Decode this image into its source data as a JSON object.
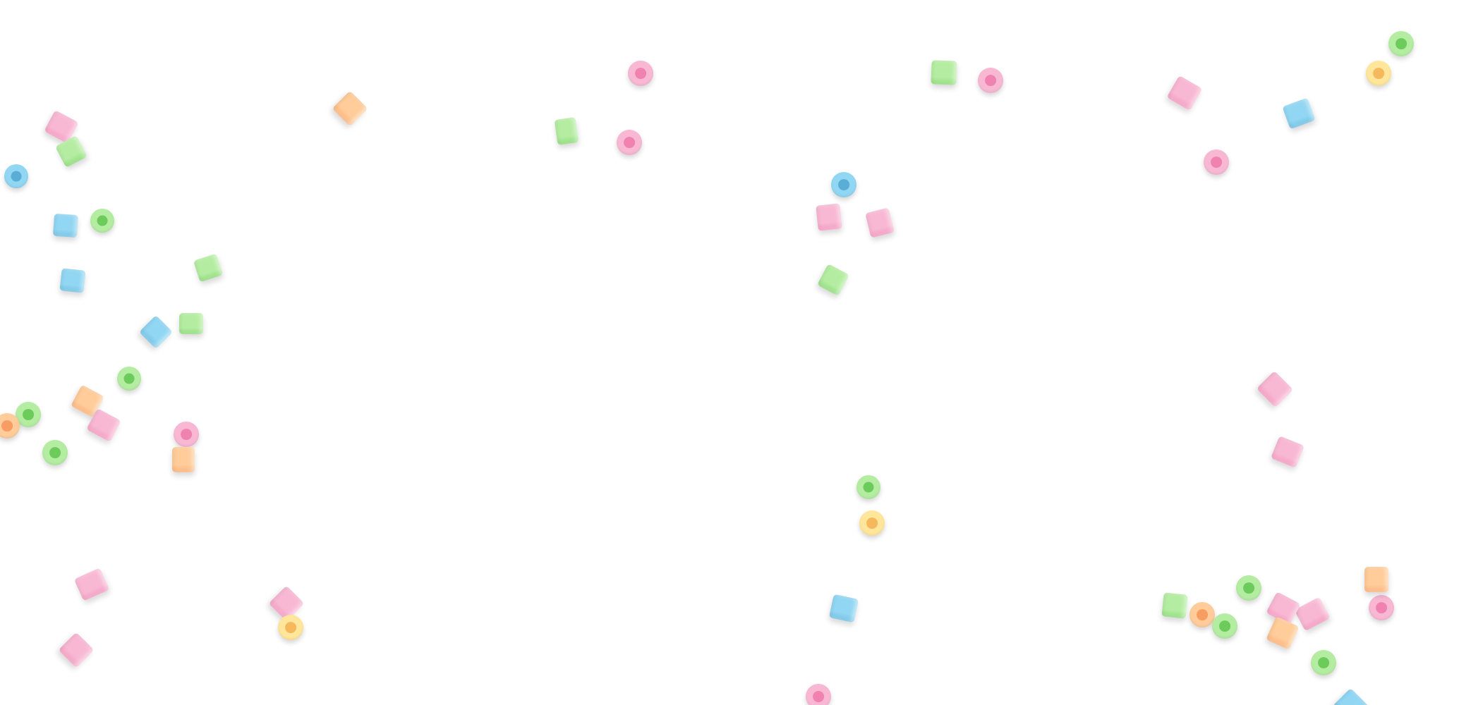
{
  "palette": {
    "pink": "#f8b8d4",
    "pink_hole": "#f082b0",
    "green": "#b4eda1",
    "green_hole": "#6ccb5a",
    "blue": "#91d6f2",
    "blue_hole": "#5aaed6",
    "orange": "#ffcc9a",
    "orange_hole": "#f79c62",
    "yellow": "#ffe69a",
    "yellow_hole": "#f6b85c"
  },
  "beads": [
    {
      "color": "pink",
      "shape": "tube"
    },
    {
      "color": "green",
      "shape": "tube"
    },
    {
      "color": "blue",
      "shape": "ring"
    },
    {
      "color": "blue",
      "shape": "tube"
    },
    {
      "color": "green",
      "shape": "ring"
    },
    {
      "color": "blue",
      "shape": "tube"
    },
    {
      "color": "green",
      "shape": "tube"
    },
    {
      "color": "blue",
      "shape": "tube"
    },
    {
      "color": "green",
      "shape": "tube"
    },
    {
      "color": "green",
      "shape": "ring"
    },
    {
      "color": "orange",
      "shape": "tube"
    },
    {
      "color": "green",
      "shape": "ring"
    },
    {
      "color": "orange",
      "shape": "ring"
    },
    {
      "color": "pink",
      "shape": "tube"
    },
    {
      "color": "green",
      "shape": "ring"
    },
    {
      "color": "pink",
      "shape": "ring"
    },
    {
      "color": "orange",
      "shape": "tube"
    },
    {
      "color": "orange",
      "shape": "tube"
    },
    {
      "color": "green",
      "shape": "tube"
    },
    {
      "color": "pink",
      "shape": "ring"
    },
    {
      "color": "pink",
      "shape": "ring"
    },
    {
      "color": "blue",
      "shape": "ring"
    },
    {
      "color": "pink",
      "shape": "tube"
    },
    {
      "color": "pink",
      "shape": "tube"
    },
    {
      "color": "green",
      "shape": "tube"
    },
    {
      "color": "green",
      "shape": "tube"
    },
    {
      "color": "pink",
      "shape": "ring"
    },
    {
      "color": "green",
      "shape": "ring"
    },
    {
      "color": "yellow",
      "shape": "ring"
    },
    {
      "color": "pink",
      "shape": "tube"
    },
    {
      "color": "blue",
      "shape": "tube"
    },
    {
      "color": "pink",
      "shape": "ring"
    },
    {
      "color": "pink",
      "shape": "tube"
    },
    {
      "color": "pink",
      "shape": "tube"
    },
    {
      "color": "pink",
      "shape": "tube"
    },
    {
      "color": "pink",
      "shape": "tube"
    },
    {
      "color": "pink",
      "shape": "tube"
    },
    {
      "color": "yellow",
      "shape": "ring"
    },
    {
      "color": "green",
      "shape": "ring"
    },
    {
      "color": "yellow",
      "shape": "ring"
    },
    {
      "color": "blue",
      "shape": "tube"
    },
    {
      "color": "pink",
      "shape": "tube"
    },
    {
      "color": "pink",
      "shape": "ring"
    },
    {
      "color": "green",
      "shape": "tube"
    },
    {
      "color": "orange",
      "shape": "ring"
    },
    {
      "color": "green",
      "shape": "ring"
    },
    {
      "color": "green",
      "shape": "ring"
    },
    {
      "color": "pink",
      "shape": "tube"
    },
    {
      "color": "orange",
      "shape": "tube"
    },
    {
      "color": "green",
      "shape": "ring"
    },
    {
      "color": "orange",
      "shape": "tube"
    },
    {
      "color": "pink",
      "shape": "ring"
    },
    {
      "color": "blue",
      "shape": "tube"
    }
  ]
}
